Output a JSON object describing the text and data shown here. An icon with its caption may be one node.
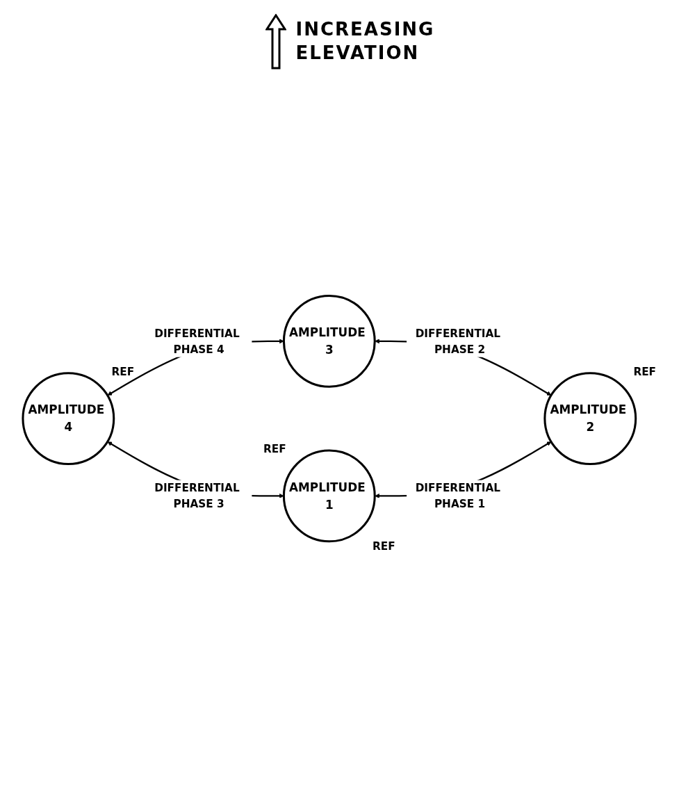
{
  "diagram": {
    "nodes": [
      {
        "text": [
          "AMPLITUDE 4"
        ],
        "beside": [
          "REF"
        ]
      },
      {
        "text": [
          "AMPLITUDE 3"
        ]
      },
      {
        "text": [
          "AMPLITUDE 1"
        ],
        "beside": [
          "REF",
          "REF"
        ]
      },
      {
        "text": [
          "AMPLITUDE 2"
        ],
        "beside": [
          "REF"
        ]
      }
    ],
    "edges": [
      {
        "from": 0,
        "to": 1,
        "arrow": "both",
        "label": "DIFFERENTIAL PHASE 4"
      },
      {
        "from": 0,
        "to": 2,
        "arrow": "both",
        "label": "DIFFERENTIAL PHASE 3"
      },
      {
        "from": 1,
        "to": 3,
        "arrow": "both",
        "label": "DIFFERENTIAL PHASE 2"
      },
      {
        "from": 2,
        "to": 3,
        "arrow": "both",
        "label": "DIFFERENTIAL PHASE 1"
      }
    ],
    "labels": [
      "INCREASING ELEVATION"
    ]
  }
}
